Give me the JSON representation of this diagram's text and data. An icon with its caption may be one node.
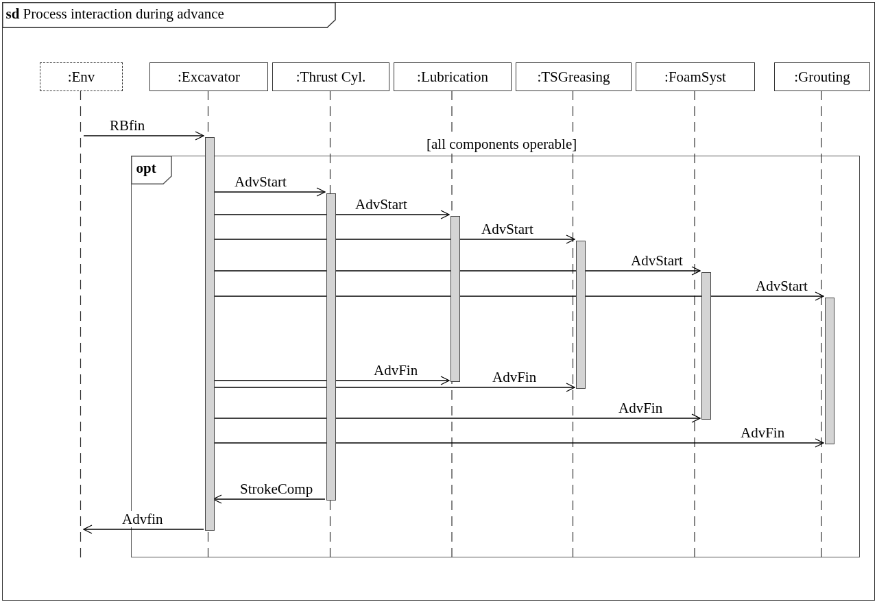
{
  "diagram": {
    "nodes": [
      {
        "text": [
          "**sd** Process interaction during advance"
        ]
      },
      {
        "text": [
          ":Env"
        ],
        "in": 0
      },
      {
        "text": [
          ":Excavator"
        ],
        "in": 0
      },
      {
        "text": [
          ":Thrust Cyl."
        ],
        "in": 0
      },
      {
        "text": [
          ":Lubrication"
        ],
        "in": 0
      },
      {
        "text": [
          ":TSGreasing"
        ],
        "in": 0
      },
      {
        "text": [
          ":FoamSyst"
        ],
        "in": 0
      },
      {
        "text": [
          ":Grouting"
        ],
        "in": 0
      },
      {
        "text": [
          "opt",
          "[all components operable]"
        ],
        "in": 0
      },
      {
        "text": [],
        "shape": "bar",
        "in": 8
      },
      {
        "text": [],
        "shape": "bar",
        "in": 8
      },
      {
        "text": [],
        "shape": "bar",
        "in": 8
      },
      {
        "text": [],
        "shape": "bar",
        "in": 8
      },
      {
        "text": [],
        "shape": "bar",
        "in": 8
      },
      {
        "text": [],
        "shape": "bar",
        "in": 8
      }
    ],
    "edges": [
      {
        "from": null,
        "to": 9,
        "arrow": "to",
        "label": "RBfin"
      },
      {
        "from": 9,
        "to": 10,
        "arrow": "to",
        "label": "AdvStart"
      },
      {
        "from": 9,
        "to": 11,
        "arrow": "to",
        "label": "AdvStart"
      },
      {
        "from": 9,
        "to": 12,
        "arrow": "to",
        "label": "AdvStart"
      },
      {
        "from": 9,
        "to": 13,
        "arrow": "to",
        "label": "AdvStart"
      },
      {
        "from": 9,
        "to": 14,
        "arrow": "to",
        "label": "AdvStart"
      },
      {
        "from": 9,
        "to": 11,
        "arrow": "to",
        "label": "AdvFin"
      },
      {
        "from": 9,
        "to": 12,
        "arrow": "to",
        "label": "AdvFin"
      },
      {
        "from": 9,
        "to": 13,
        "arrow": "to",
        "label": "AdvFin"
      },
      {
        "from": 9,
        "to": 14,
        "arrow": "to",
        "label": "AdvFin"
      },
      {
        "from": 10,
        "to": 9,
        "arrow": "to",
        "label": "StrokeComp"
      },
      {
        "from": 9,
        "to": null,
        "arrow": "to",
        "label": "Advfin"
      }
    ]
  }
}
